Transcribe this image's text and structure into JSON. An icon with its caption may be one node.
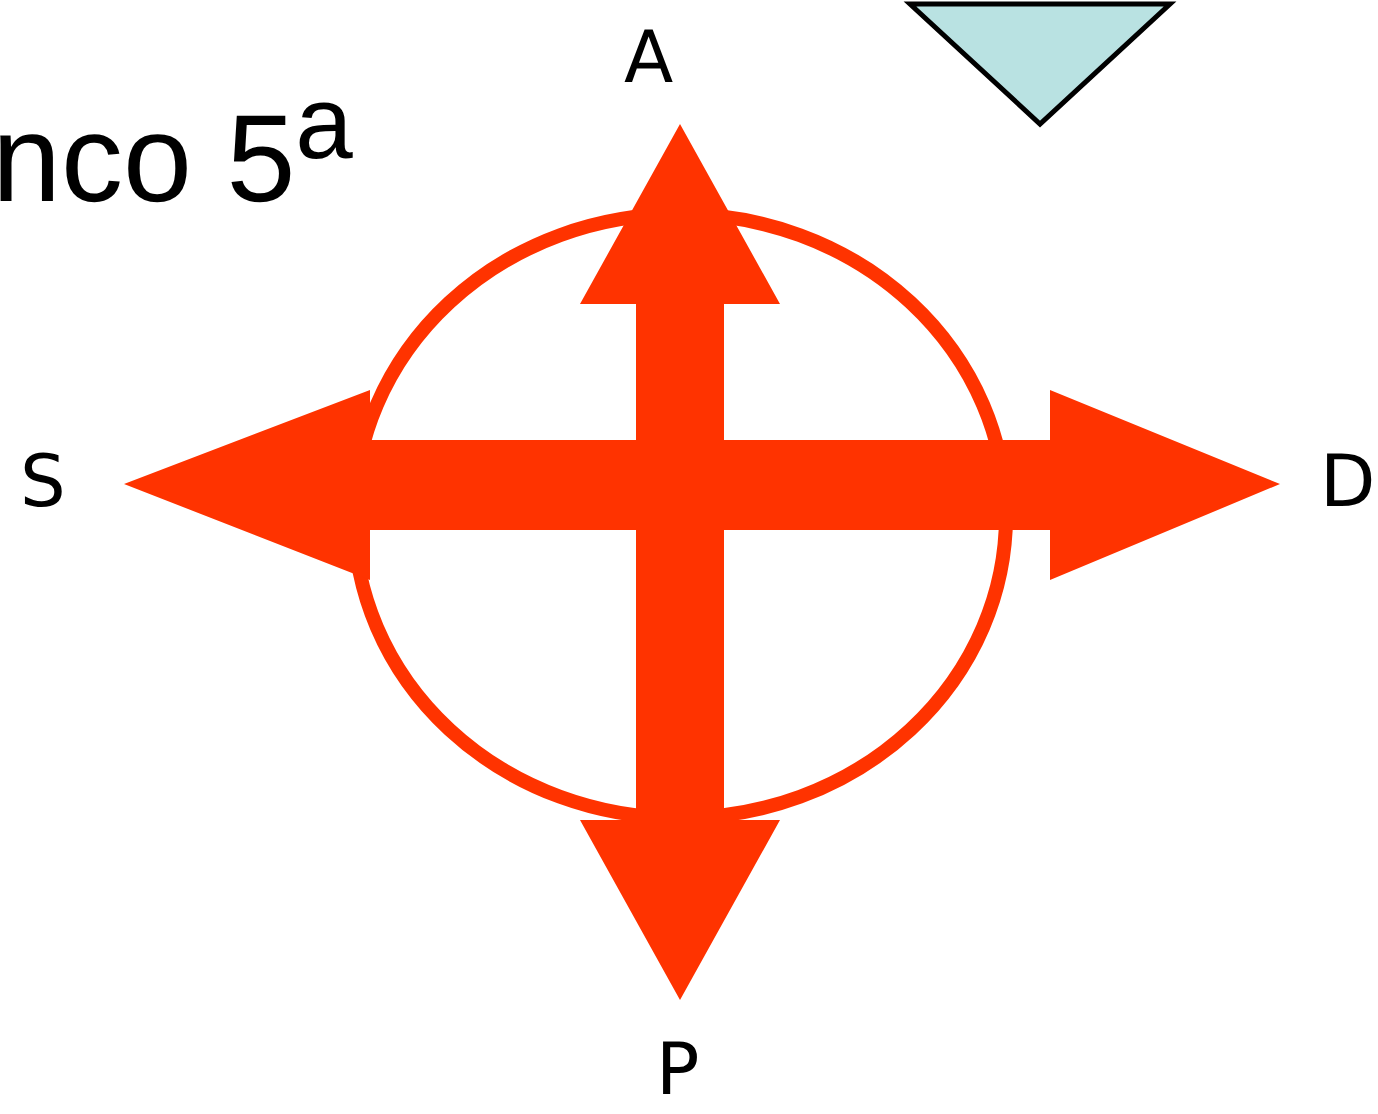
{
  "diagram": {
    "nodes": [
      {
        "text": [],
        "shape": "triangle"
      }
    ],
    "labels": [
      "nco 5$^{a}$",
      "A",
      "S",
      "D",
      "P"
    ]
  }
}
